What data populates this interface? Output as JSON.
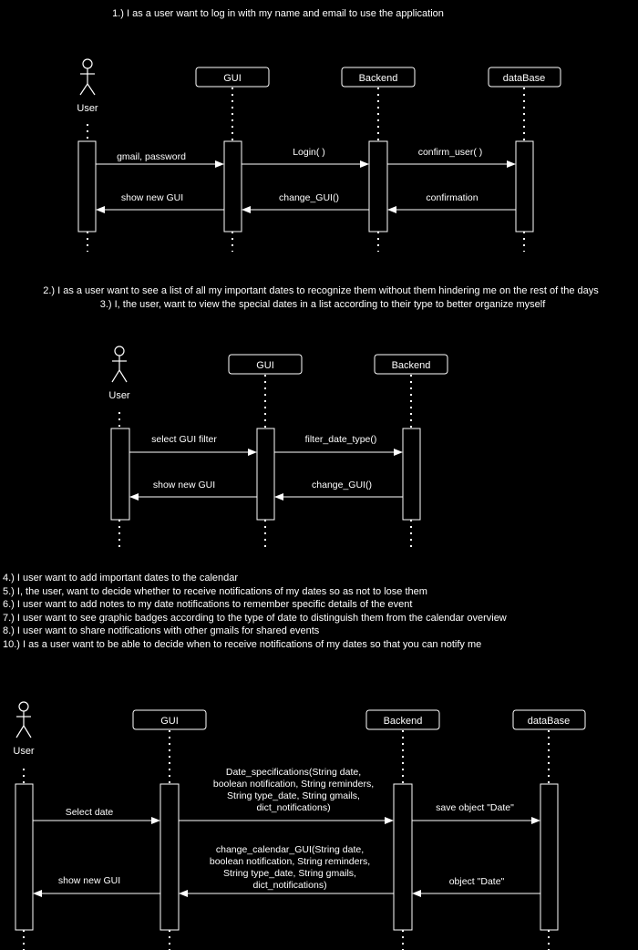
{
  "diagram1": {
    "title": "1.) I as a user want to log in with my name and email to use the application",
    "actor": "User",
    "participants": [
      "GUI",
      "Backend",
      "dataBase"
    ],
    "messages": [
      "gmail, password",
      "Login( )",
      "confirm_user( )",
      "show new GUI",
      "change_GUI()",
      "confirmation"
    ]
  },
  "diagram2": {
    "title_lines": [
      "2.) I as a user want to see a list of all my important dates to recognize them without them hindering me on the rest of the days",
      "3.) I, the user, want to view the special dates in a list according to their type to better organize myself"
    ],
    "actor": "User",
    "participants": [
      "GUI",
      "Backend"
    ],
    "messages": [
      "select GUI filter",
      "filter_date_type()",
      "show new GUI",
      "change_GUI()"
    ]
  },
  "stories": [
    "4.) I user want to add important dates to the calendar",
    "5.) I, the user, want to decide whether to receive notifications of my dates so as not to lose them",
    "6.) I user want to add notes to my date notifications to remember specific details of the event",
    "7.) I user want to see graphic badges according to the type of date to distinguish them from the calendar overview",
    "8.) I user want to share notifications with other gmails for shared events",
    "10.) I as a user want to be able to decide when to receive notifications of my dates so that you can notify me"
  ],
  "diagram3": {
    "actor": "User",
    "participants": [
      "GUI",
      "Backend",
      "dataBase"
    ],
    "messages": {
      "select_date": "Select date",
      "date_specifications": [
        "Date_specifications(String date,",
        "boolean notification, String reminders,",
        "String type_date, String gmails,",
        "dict_notifications)"
      ],
      "save_object": "save object \"Date\"",
      "show_new_gui": "show new GUI",
      "change_calendar_gui": [
        "change_calendar_GUI(String date,",
        "boolean notification, String reminders,",
        "String type_date, String gmails,",
        "dict_notifications)"
      ],
      "object_date": "object \"Date\""
    }
  }
}
